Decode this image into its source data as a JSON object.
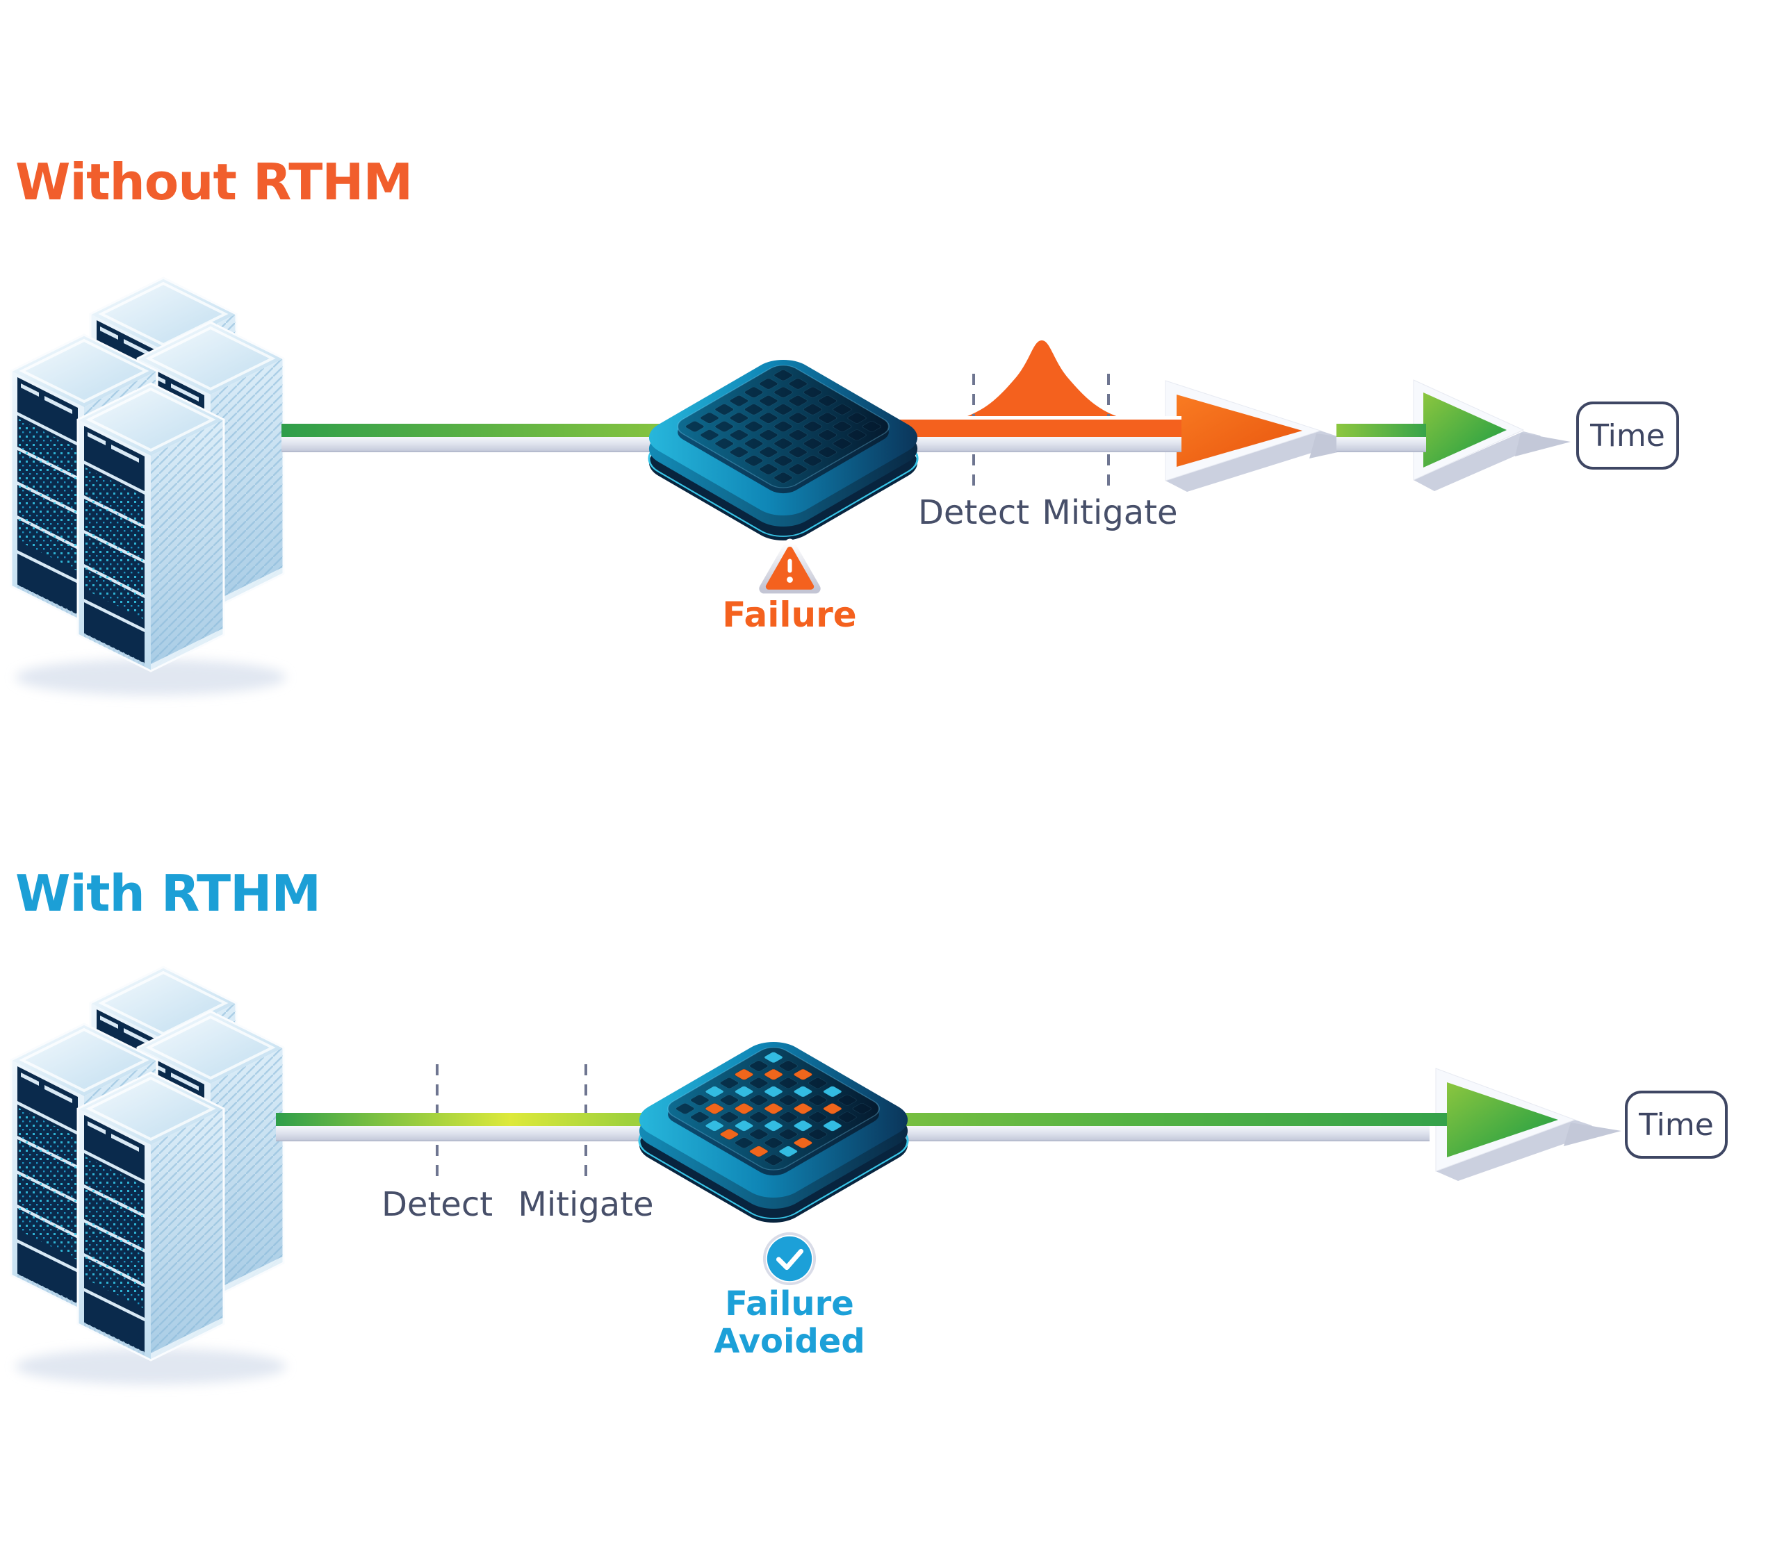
{
  "sections": [
    {
      "heading": "Without RTHM",
      "phase_labels": {
        "detect": "Detect",
        "mitigate": "Mitigate"
      },
      "event": {
        "label": "Failure",
        "icon": "warning-triangle"
      },
      "timeline_end_label": "Time"
    },
    {
      "heading": "With RTHM",
      "phase_labels": {
        "detect": "Detect",
        "mitigate": "Mitigate"
      },
      "event": {
        "label_line1": "Failure",
        "label_line2": "Avoided",
        "icon": "check-circle"
      },
      "timeline_end_label": "Time"
    }
  ],
  "colors": {
    "accent_orange": "#F15E2C",
    "accent_blue": "#1C9FD6",
    "failure_orange": "#F4611E",
    "label_navy": "#474F69",
    "timeline_green_dark": "#2F9E4A",
    "timeline_green_light": "#8CC63F",
    "timeline_glow_yellow": "#DDE93B",
    "timeline_base_gray": "#C9CEDD",
    "chip_teal": "#25B4DA",
    "chip_navy": "#0A2E52",
    "chip_dot_orange": "#F0661C",
    "chip_dot_cyan": "#33BCE2",
    "check_blue": "#1CA0D8"
  },
  "chips": {
    "without": {
      "dot_matrix": [
        "DDDDDDD",
        "DDDDDDD",
        "DDDDDDD",
        "DDDDDDD",
        "DDDDDDD",
        "DDDDDDD",
        "DDDDDDD"
      ]
    },
    "with": {
      "dot_matrix": [
        "CDODCDD",
        "DODCDOD",
        "ODCDODC",
        "DCDODCD",
        "CDODCDO",
        "DODCDDC",
        "DDCODOD"
      ]
    },
    "legend": {
      "D": "dark",
      "O": "orange",
      "C": "cyan"
    }
  }
}
